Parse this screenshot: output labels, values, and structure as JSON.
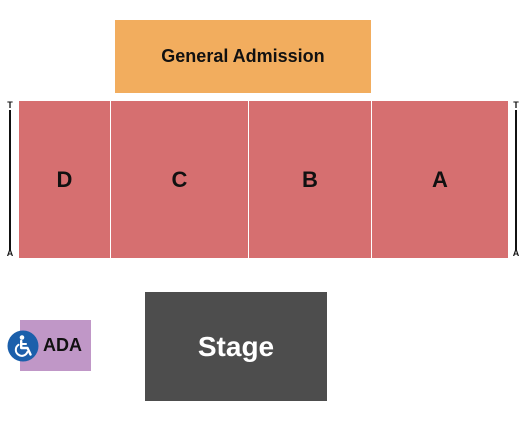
{
  "map": {
    "general_admission": "General Admission",
    "sections": [
      {
        "label": "D"
      },
      {
        "label": "C"
      },
      {
        "label": "B"
      },
      {
        "label": "A"
      }
    ],
    "row_range_left": {
      "top": "T",
      "bottom": "A"
    },
    "row_range_right": {
      "top": "T",
      "bottom": "A"
    },
    "stage": "Stage",
    "ada": {
      "label": "ADA",
      "icon": "wheelchair-accessible-icon"
    },
    "colors": {
      "general_admission": "#f2ad5e",
      "section": "#d66f70",
      "stage": "#4d4d4d",
      "ada": "#c097c7",
      "ada_icon": "#1b5fab"
    }
  }
}
